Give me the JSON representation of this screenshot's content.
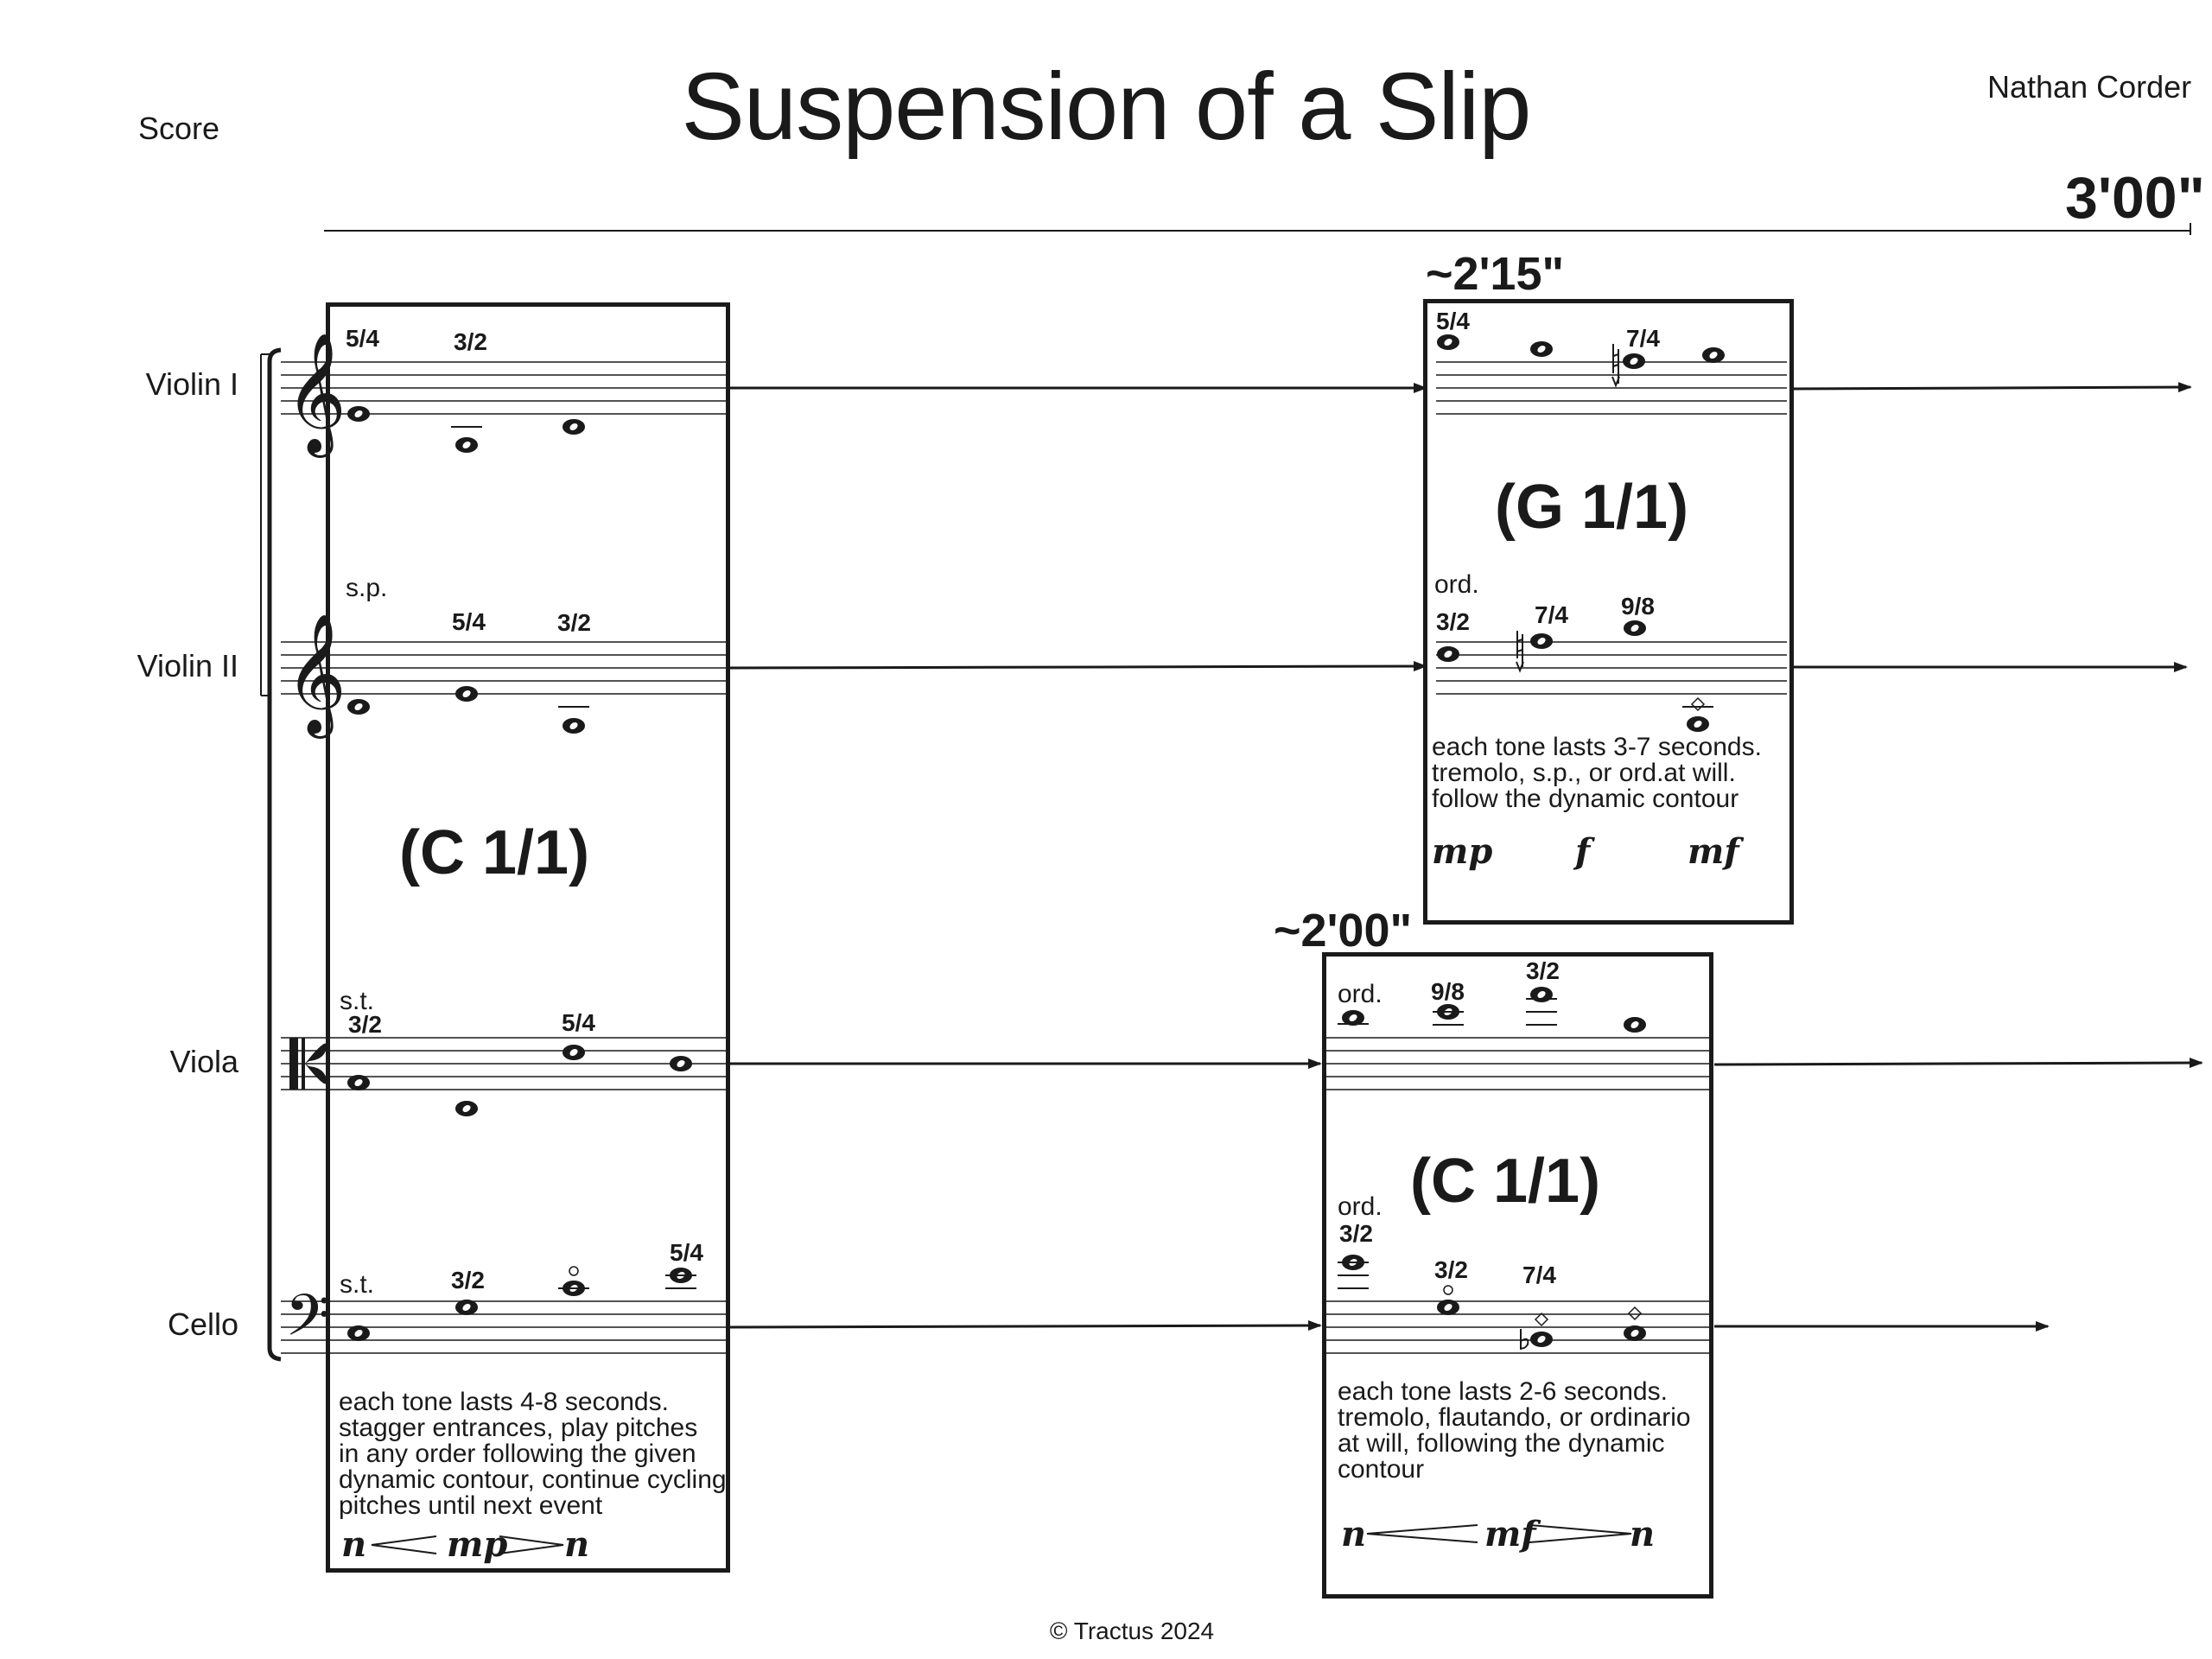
{
  "header": {
    "score_label": "Score",
    "title": "Suspension of a Slip",
    "composer": "Nathan Corder",
    "total_duration": "3'00\""
  },
  "instruments": [
    "Violin I",
    "Violin II",
    "Viola",
    "Cello"
  ],
  "events": [
    {
      "label": "(C 1/1)",
      "instructions": [
        "each tone lasts 4-8 seconds.",
        "stagger entrances, play pitches",
        "in any order following the given",
        "dynamic contour, continue cycling",
        "pitches until next event"
      ],
      "dynamics": [
        "n",
        "mp",
        "n"
      ],
      "ratios": {
        "violin1": [
          "5/4",
          "3/2"
        ],
        "violin2": [
          "5/4",
          "3/2"
        ],
        "viola": [
          "3/2",
          "5/4"
        ],
        "cello": [
          "3/2",
          "5/4"
        ]
      },
      "techniques": {
        "violin2": "s.p.",
        "viola": "s.t.",
        "cello": "s.t."
      }
    },
    {
      "time_marker": "~2'15\"",
      "label": "(G 1/1)",
      "instructions": [
        "each tone lasts 3-7 seconds.",
        "tremolo, s.p., or ord.at will.",
        "follow the dynamic contour"
      ],
      "dynamics": [
        "mp",
        "f",
        "mf"
      ],
      "ratios": {
        "violin1": [
          "5/4",
          "7/4"
        ],
        "violin2": [
          "3/2",
          "7/4",
          "9/8"
        ]
      },
      "techniques": {
        "violin2": "ord."
      }
    },
    {
      "time_marker": "~2'00\"",
      "label": "(C 1/1)",
      "instructions": [
        "each tone lasts 2-6 seconds.",
        "tremolo, flautando, or ordinario",
        "at will, following the dynamic",
        "contour"
      ],
      "dynamics": [
        "n",
        "mf",
        "n"
      ],
      "ratios": {
        "viola": [
          "9/8",
          "3/2"
        ],
        "cello": [
          "3/2",
          "3/2",
          "7/4"
        ]
      },
      "techniques": {
        "viola": "ord.",
        "cello": "ord."
      }
    }
  ],
  "footer": {
    "copyright": "© Tractus 2024"
  }
}
